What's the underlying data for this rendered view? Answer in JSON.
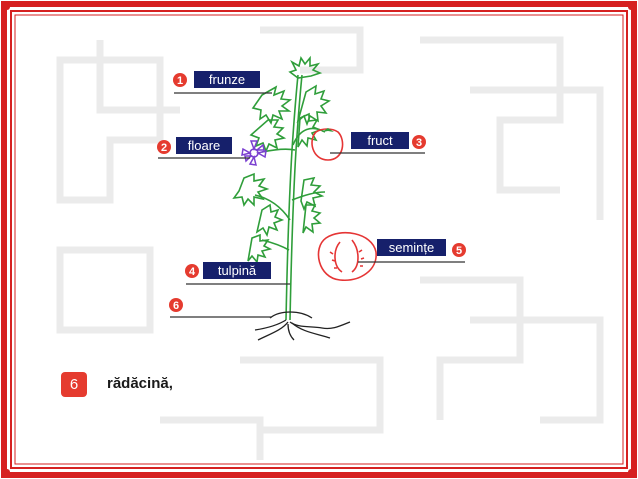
{
  "colors": {
    "frame_red": "#d62020",
    "label_bg": "#16206b",
    "label_text": "#ffffff",
    "number_red": "#e53b2f",
    "plant_green": "#2f9e3a",
    "fruit_red": "#e53535",
    "flower_purple": "#7a3fd0",
    "background_pattern": "#e6e6e6"
  },
  "parts": [
    {
      "number": "1",
      "label": "frunze"
    },
    {
      "number": "2",
      "label": "floare"
    },
    {
      "number": "3",
      "label": "fruct"
    },
    {
      "number": "4",
      "label": "tulpină"
    },
    {
      "number": "5",
      "label": "semințe"
    },
    {
      "number": "6",
      "label": ""
    }
  ],
  "answer": {
    "number": "6",
    "text": "rădăcină,"
  }
}
